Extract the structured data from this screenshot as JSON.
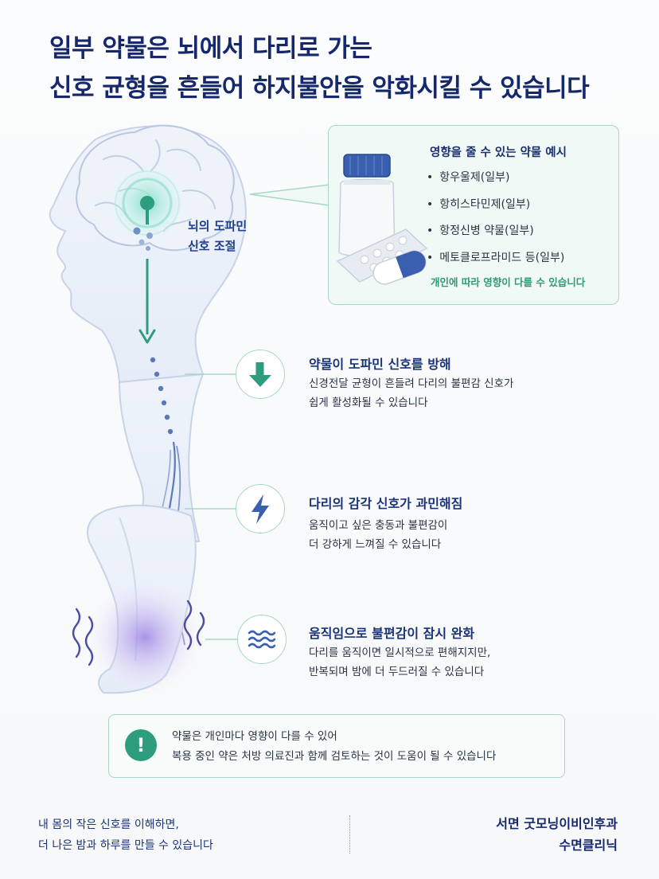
{
  "title": {
    "line1": "일부 약물은 뇌에서 다리로 가는",
    "line2": "신호 균형을 흔들어 하지불안을 악화시킬 수 있습니다"
  },
  "brain_label": {
    "line1": "뇌의 도파민",
    "line2": "신호 조절"
  },
  "medications": {
    "title": "영향을 줄 수 있는 약물 예시",
    "items": [
      {
        "label": "항우울제(일부)"
      },
      {
        "label": "항히스타민제(일부)"
      },
      {
        "label": "항정신병 약물(일부)"
      },
      {
        "label": "메토클로프라미드 등(일부)"
      }
    ],
    "note": "개인에 따라 영향이 다를 수 있습니다"
  },
  "steps": [
    {
      "icon": "arrow-down-icon",
      "heading": "약물이 도파민 신호를 방해",
      "line1": "신경전달 균형이 흔들려 다리의 불편감 신호가",
      "line2": "쉽게 활성화될 수 있습니다"
    },
    {
      "icon": "lightning-icon",
      "heading": "다리의 감각 신호가 과민해짐",
      "line1": "움직이고 싶은 충동과 불편감이",
      "line2": "더 강하게 느껴질 수 있습니다"
    },
    {
      "icon": "waves-icon",
      "heading": "움직임으로 불편감이 잠시 완화",
      "line1": "다리를 움직이면 일시적으로 편해지지만,",
      "line2": "반복되며 밤에 더 두드러질 수 있습니다"
    }
  ],
  "notice": {
    "icon": "exclamation-icon",
    "line1": "약물은 개인마다 영향이 다를 수 있어",
    "line2": "복용 중인 약은 처방 의료진과 함께 검토하는 것이 도움이 될 수 있습니다"
  },
  "footer": {
    "left_line1": "내 몸의 작은 신호를 이해하면,",
    "left_line2": "더 나은 밤과 하루를 만들 수 있습니다",
    "right_line1": "서면 굿모닝이비인후과",
    "right_line2": "수면클리닉"
  },
  "colors": {
    "navy": "#16286b",
    "teal": "#2e9d7e",
    "mint_border": "#a7d7c5",
    "body_outline": "#c7d3e6",
    "nerve_blue": "#5b79b8",
    "tremor_purple": "#4a4ea0"
  }
}
